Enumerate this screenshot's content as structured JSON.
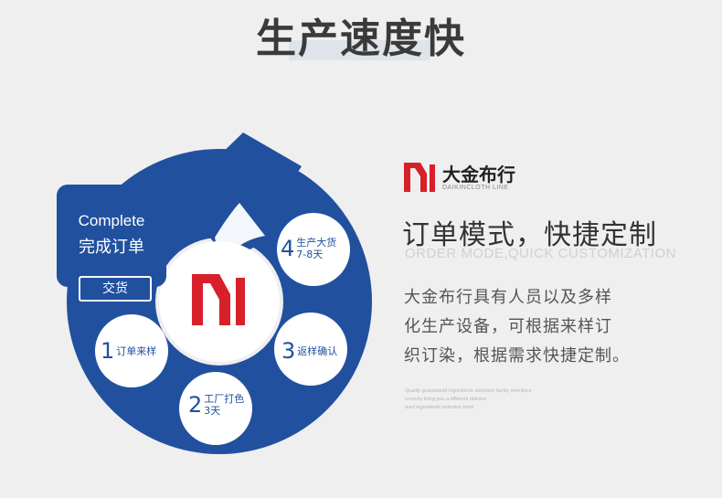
{
  "header": {
    "title": "生产速度快"
  },
  "cycle": {
    "complete_en": "Complete",
    "complete_zh": "完成订单",
    "delivery": "交货",
    "steps": [
      {
        "num": "1",
        "text": "订单来样",
        "sub": ""
      },
      {
        "num": "2",
        "text": "工厂打色",
        "sub": "3天"
      },
      {
        "num": "3",
        "text": "返样确认",
        "sub": ""
      },
      {
        "num": "4",
        "text": "生产大货",
        "sub": "7-8天"
      }
    ],
    "colors": {
      "blue": "#21509f",
      "red": "#d7202a",
      "white": "#ffffff"
    }
  },
  "brand": {
    "name": "大金布行",
    "subtitle": "DAIKINCLOTH LINE",
    "logo_icon": "dn-logo-icon"
  },
  "content": {
    "headline": "订单模式，快捷定制",
    "headline_en": "ORDER MODE,QUICK CUSTOMIZATION",
    "description_lines": [
      "大金布行具有人员以及多样",
      "化生产设备，可根据来样订",
      "织订染，根据需求快捷定制。"
    ],
    "fine_print_lines": [
      "Quality guaranteed ingredients selection family members",
      "crunchy bring you a different deliciou",
      "teed ingredients selection famil"
    ]
  }
}
